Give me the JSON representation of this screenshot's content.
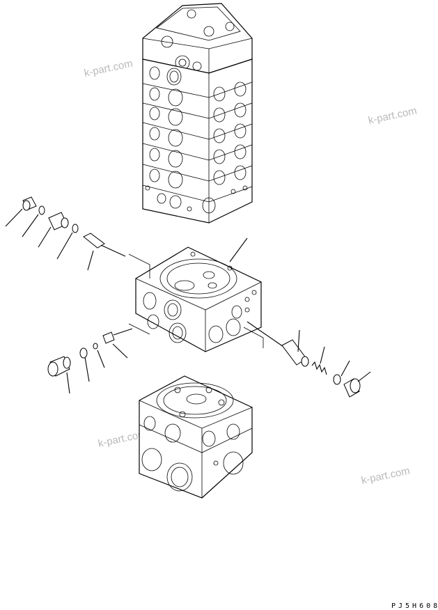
{
  "watermarks": [
    "k-part.com",
    "k-part.com",
    "k-part.com",
    "k-part.com"
  ],
  "drawing_code": "PJ5H608"
}
